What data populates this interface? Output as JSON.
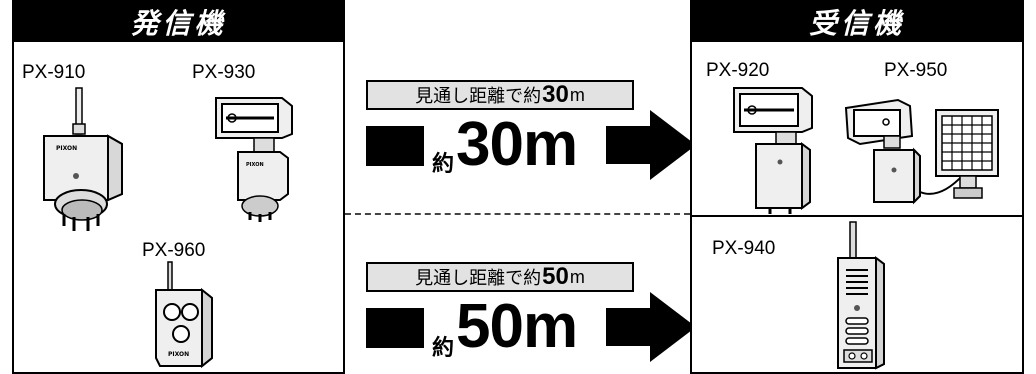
{
  "transmitter_panel": {
    "title": "発信機",
    "devices": [
      "PX-910",
      "PX-930",
      "PX-960"
    ]
  },
  "receiver_panel": {
    "title": "受信機",
    "devices": [
      "PX-920",
      "PX-950",
      "PX-940"
    ]
  },
  "ranges": [
    {
      "caption_prefix": "見通し距離で約",
      "caption_value": "30",
      "caption_unit": "m",
      "approx_char": "約",
      "distance": "30m"
    },
    {
      "caption_prefix": "見通し距離で約",
      "caption_value": "50",
      "caption_unit": "m",
      "approx_char": "約",
      "distance": "50m"
    }
  ],
  "brand_marking": "PIXON",
  "colors": {
    "frame": "#000000",
    "caption_bg": "#e2e2e2",
    "device_body": "#efefef"
  },
  "icons": [
    "antenna-camera-icon",
    "floodlight-camera-icon",
    "remote-control-icon",
    "floodlight-receiver-icon",
    "solar-floodlight-icon",
    "handheld-receiver-icon",
    "right-arrow-icon"
  ]
}
